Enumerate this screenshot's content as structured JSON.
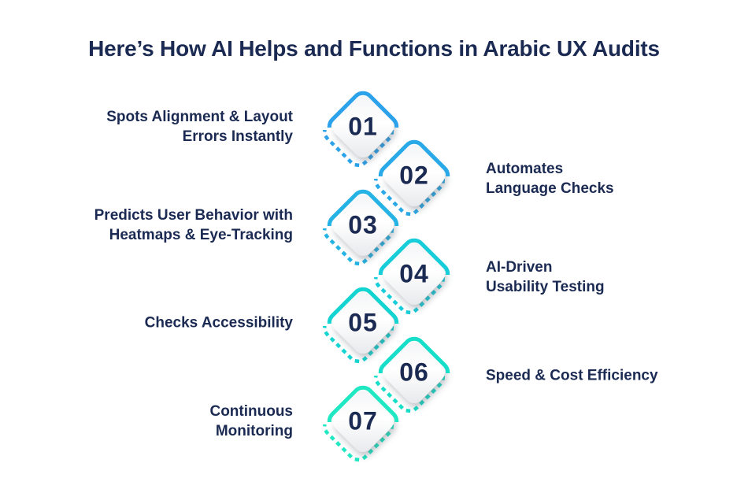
{
  "title": "Here’s How AI Helps and Functions in Arabic UX Audits",
  "colors": {
    "navy_text": "#1b2a52",
    "background": "#ffffff",
    "accent_gradient_start": "#2ba2ea",
    "accent_gradient_end": "#1fe8c3"
  },
  "steps": [
    {
      "num": "01",
      "label": "Spots Alignment & Layout\nErrors Instantly",
      "side": "left",
      "accent": "#2ba2ea"
    },
    {
      "num": "02",
      "label": "Automates\nLanguage Checks",
      "side": "right",
      "accent": "#29a9e7"
    },
    {
      "num": "03",
      "label": "Predicts User Behavior with\nHeatmaps & Eye-Tracking",
      "side": "left",
      "accent": "#24b3e4"
    },
    {
      "num": "04",
      "label": "AI-Driven\nUsability Testing",
      "side": "right",
      "accent": "#17cdd9"
    },
    {
      "num": "05",
      "label": "Checks Accessibility",
      "side": "left",
      "accent": "#13d4d1"
    },
    {
      "num": "06",
      "label": "Speed & Cost Efficiency",
      "side": "right",
      "accent": "#16dec9"
    },
    {
      "num": "07",
      "label": "Continuous\nMonitoring",
      "side": "left",
      "accent": "#1fe8c3"
    }
  ]
}
